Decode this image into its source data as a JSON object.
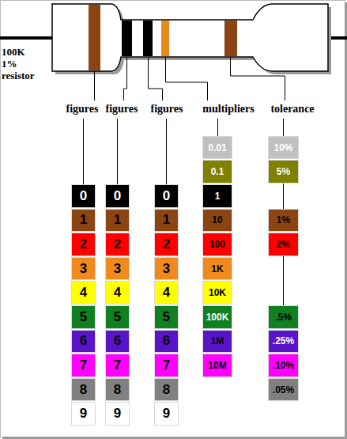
{
  "diagram": {
    "nodes": [
      {
        "text": [
          "0"
        ]
      },
      {
        "text": [
          "1"
        ]
      },
      {
        "text": [
          "2"
        ]
      },
      {
        "text": [
          "3"
        ]
      },
      {
        "text": [
          "4"
        ]
      },
      {
        "text": [
          "5"
        ]
      },
      {
        "text": [
          "6"
        ]
      },
      {
        "text": [
          "7"
        ]
      },
      {
        "text": [
          "8"
        ]
      },
      {
        "text": [
          "9"
        ]
      },
      {
        "text": [
          "0"
        ]
      },
      {
        "text": [
          "1"
        ]
      },
      {
        "text": [
          "2"
        ]
      },
      {
        "text": [
          "3"
        ]
      },
      {
        "text": [
          "4"
        ]
      },
      {
        "text": [
          "5"
        ]
      },
      {
        "text": [
          "6"
        ]
      },
      {
        "text": [
          "7"
        ]
      },
      {
        "text": [
          "8"
        ]
      },
      {
        "text": [
          "9"
        ]
      },
      {
        "text": [
          "0"
        ]
      },
      {
        "text": [
          "1"
        ]
      },
      {
        "text": [
          "2"
        ]
      },
      {
        "text": [
          "3"
        ]
      },
      {
        "text": [
          "4"
        ]
      },
      {
        "text": [
          "5"
        ]
      },
      {
        "text": [
          "6"
        ]
      },
      {
        "text": [
          "7"
        ]
      },
      {
        "text": [
          "8"
        ]
      },
      {
        "text": [
          "9"
        ]
      },
      {
        "text": [
          "0.01"
        ]
      },
      {
        "text": [
          "0.1"
        ]
      },
      {
        "text": [
          "1"
        ]
      },
      {
        "text": [
          "10"
        ]
      },
      {
        "text": [
          "100"
        ]
      },
      {
        "text": [
          "1K"
        ]
      },
      {
        "text": [
          "10K"
        ]
      },
      {
        "text": [
          "100K"
        ]
      },
      {
        "text": [
          "1M"
        ]
      },
      {
        "text": [
          "10M"
        ]
      },
      {
        "text": [
          "10%"
        ]
      },
      {
        "text": [
          "5%"
        ]
      },
      {
        "text": [
          "1%"
        ]
      },
      {
        "text": [
          "2%"
        ]
      },
      {
        "text": [
          ".5%"
        ]
      },
      {
        "text": [
          ".25%"
        ]
      },
      {
        "text": [
          ".10%"
        ]
      },
      {
        "text": [
          ".05%"
        ]
      }
    ],
    "labels": [
      "100K 1% resistor",
      "figures",
      "figures",
      "figures",
      "multipliers",
      "tolerance"
    ]
  }
}
